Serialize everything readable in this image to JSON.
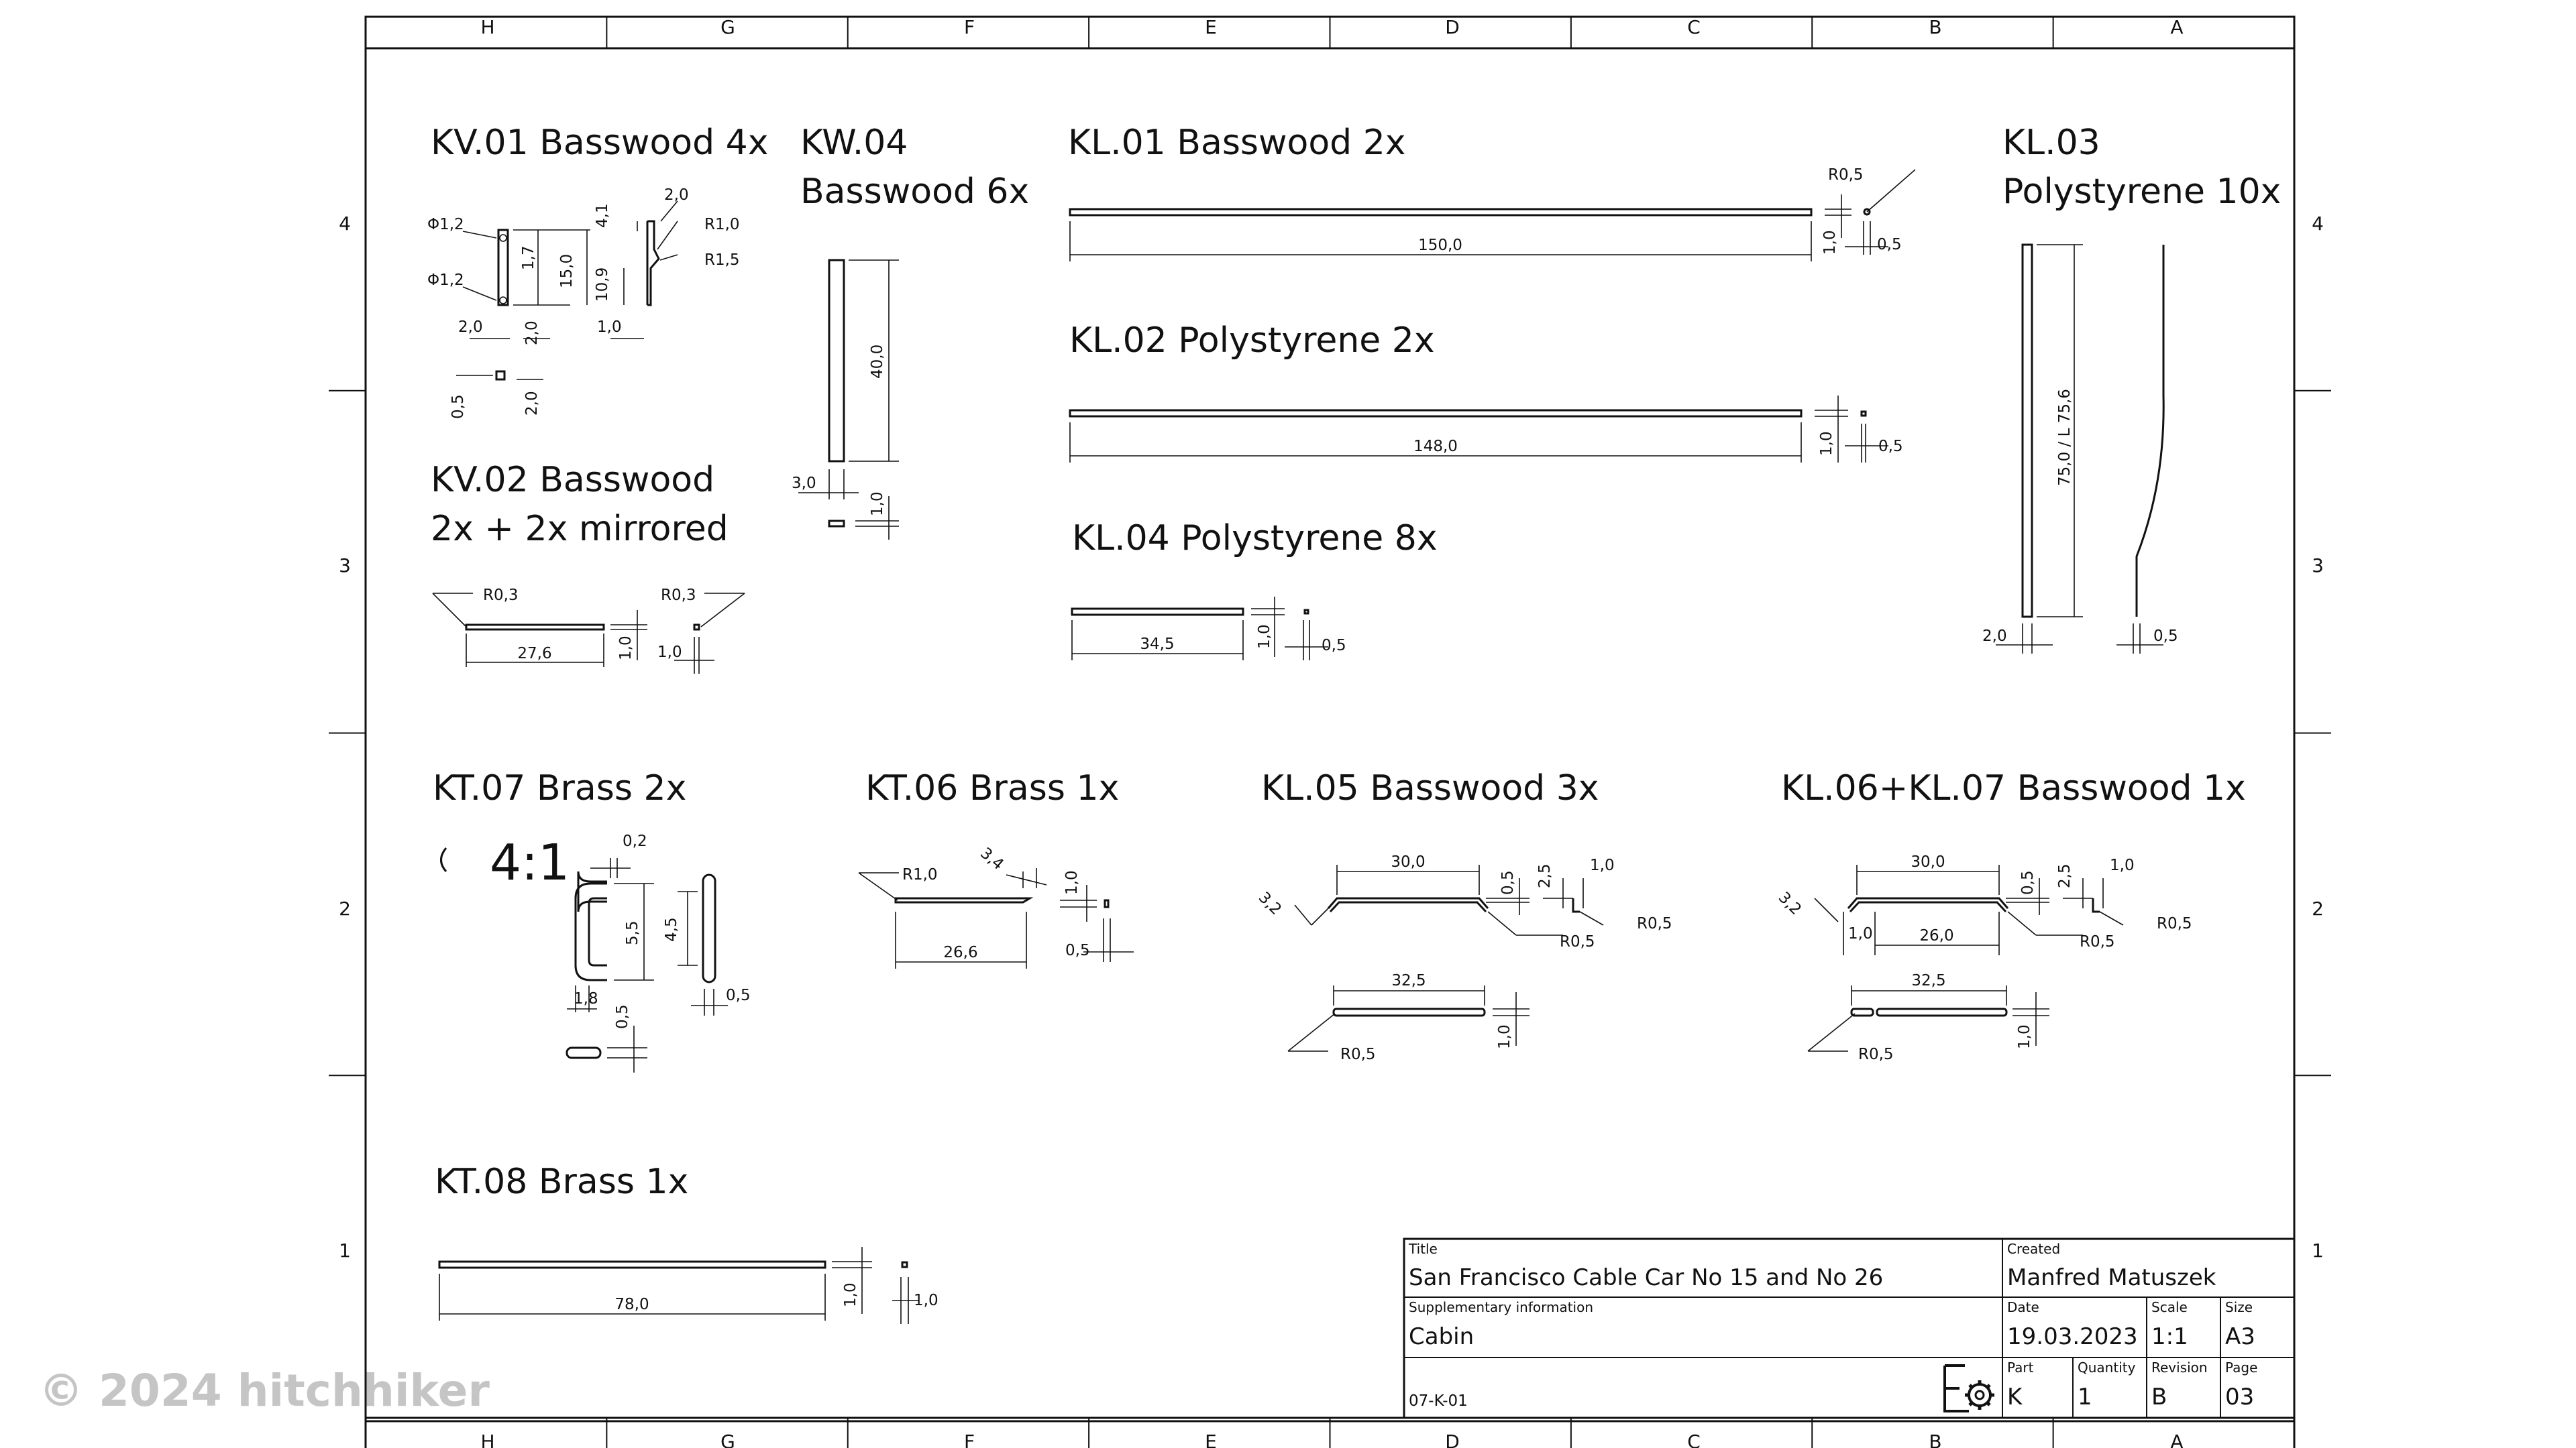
{
  "zones": {
    "columns": [
      "H",
      "G",
      "F",
      "E",
      "D",
      "C",
      "B",
      "A"
    ],
    "rows": [
      "4",
      "3",
      "2",
      "1"
    ]
  },
  "parts": {
    "kv01": {
      "label": "KV.01 Basswood 4x",
      "dims": [
        "Φ1,2",
        "Φ1,2",
        "1,7",
        "15,0",
        "4,1",
        "10,9",
        "2,0",
        "R1,0",
        "R1,5",
        "2,0",
        "2,0",
        "1,0",
        "0,5",
        "2,0"
      ]
    },
    "kw04": {
      "label1": "KW.04",
      "label2": "Basswood 6x",
      "dims": [
        "40,0",
        "3,0",
        "1,0"
      ]
    },
    "kl01": {
      "label": "KL.01 Basswood 2x",
      "dims": [
        "150,0",
        "R0,5",
        "1,0",
        "0,5"
      ]
    },
    "kl03": {
      "label1": "KL.03",
      "label2": "Polystyrene 10x",
      "dims": [
        "75,0 / L 75,6",
        "2,0",
        "0,5"
      ]
    },
    "kl02": {
      "label": "KL.02 Polystyrene 2x",
      "dims": [
        "148,0",
        "1,0",
        "0,5"
      ]
    },
    "kv02": {
      "label1": "KV.02 Basswood",
      "label2": "2x + 2x mirrored",
      "dims": [
        "R0,3",
        "R0,3",
        "27,6",
        "1,0",
        "1,0"
      ]
    },
    "kl04": {
      "label": "KL.04 Polystyrene 8x",
      "dims": [
        "34,5",
        "1,0",
        "0,5"
      ]
    },
    "kt07": {
      "label": "KT.07 Brass 2x",
      "scale": "4:1",
      "dims": [
        "0,2",
        "5,5",
        "4,5",
        "1,8",
        "0,5",
        "0,5"
      ]
    },
    "kt06": {
      "label": "KT.06 Brass 1x",
      "dims": [
        "R1,0",
        "3,4",
        "1,0",
        "26,6",
        "0,5"
      ]
    },
    "kl05": {
      "label": "KL.05 Basswood 3x",
      "dims": [
        "30,0",
        "0,5",
        "2,5",
        "1,0",
        "3,2",
        "R0,5",
        "R0,5",
        "32,5",
        "R0,5",
        "1,0"
      ]
    },
    "kl0607": {
      "label": "KL.06+KL.07 Basswood 1x",
      "dims": [
        "30,0",
        "0,5",
        "2,5",
        "1,0",
        "3,2",
        "1,0",
        "26,0",
        "R0,5",
        "R0,5",
        "32,5",
        "R0,5",
        "1,0"
      ]
    },
    "kt08": {
      "label": "KT.08 Brass 1x",
      "dims": [
        "78,0",
        "1,0",
        "1,0"
      ]
    }
  },
  "title_block": {
    "title_caption": "Title",
    "title": "San Francisco Cable Car No 15 and No 26",
    "created_caption": "Created",
    "created": "Manfred Matuszek",
    "supp_caption": "Supplementary information",
    "supp": "Cabin",
    "date_caption": "Date",
    "date": "19.03.2023",
    "scale_caption": "Scale",
    "scale": "1:1",
    "size_caption": "Size",
    "size": "A3",
    "drawing_number": "07-K-01",
    "part_caption": "Part",
    "part": "K",
    "quantity_caption": "Quantity",
    "quantity": "1",
    "revision_caption": "Revision",
    "revision": "B",
    "page_caption": "Page",
    "page": "03"
  },
  "watermark": "© 2024 hitchhiker",
  "icons": {
    "software_logo": "cad-gear-icon"
  }
}
